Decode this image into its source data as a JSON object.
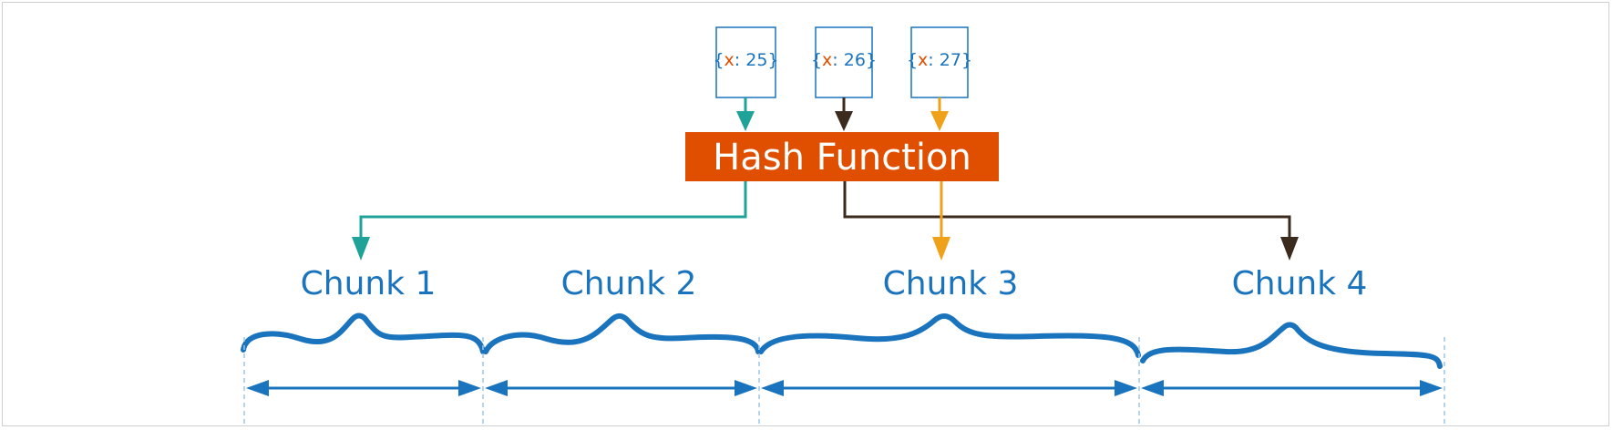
{
  "keys": [
    {
      "open": "{",
      "field": "x",
      "sep": ": ",
      "value": "25",
      "close": "}",
      "route_color": "#1fa398"
    },
    {
      "open": "{",
      "field": "x",
      "sep": ": ",
      "value": "26",
      "close": "}",
      "route_color": "#3b2a1e"
    },
    {
      "open": "{",
      "field": "x",
      "sep": ": ",
      "value": "27",
      "close": "}",
      "route_color": "#f0a11a"
    }
  ],
  "hash_function": {
    "label": "Hash Function",
    "color": "#e04e00"
  },
  "chunks": [
    {
      "label": "Chunk 1"
    },
    {
      "label": "Chunk 2"
    },
    {
      "label": "Chunk 3"
    },
    {
      "label": "Chunk 4"
    }
  ],
  "colors": {
    "chunk_blue": "#1a73bd",
    "key_field": "#e04e00",
    "divider": "#9cc7ea"
  }
}
